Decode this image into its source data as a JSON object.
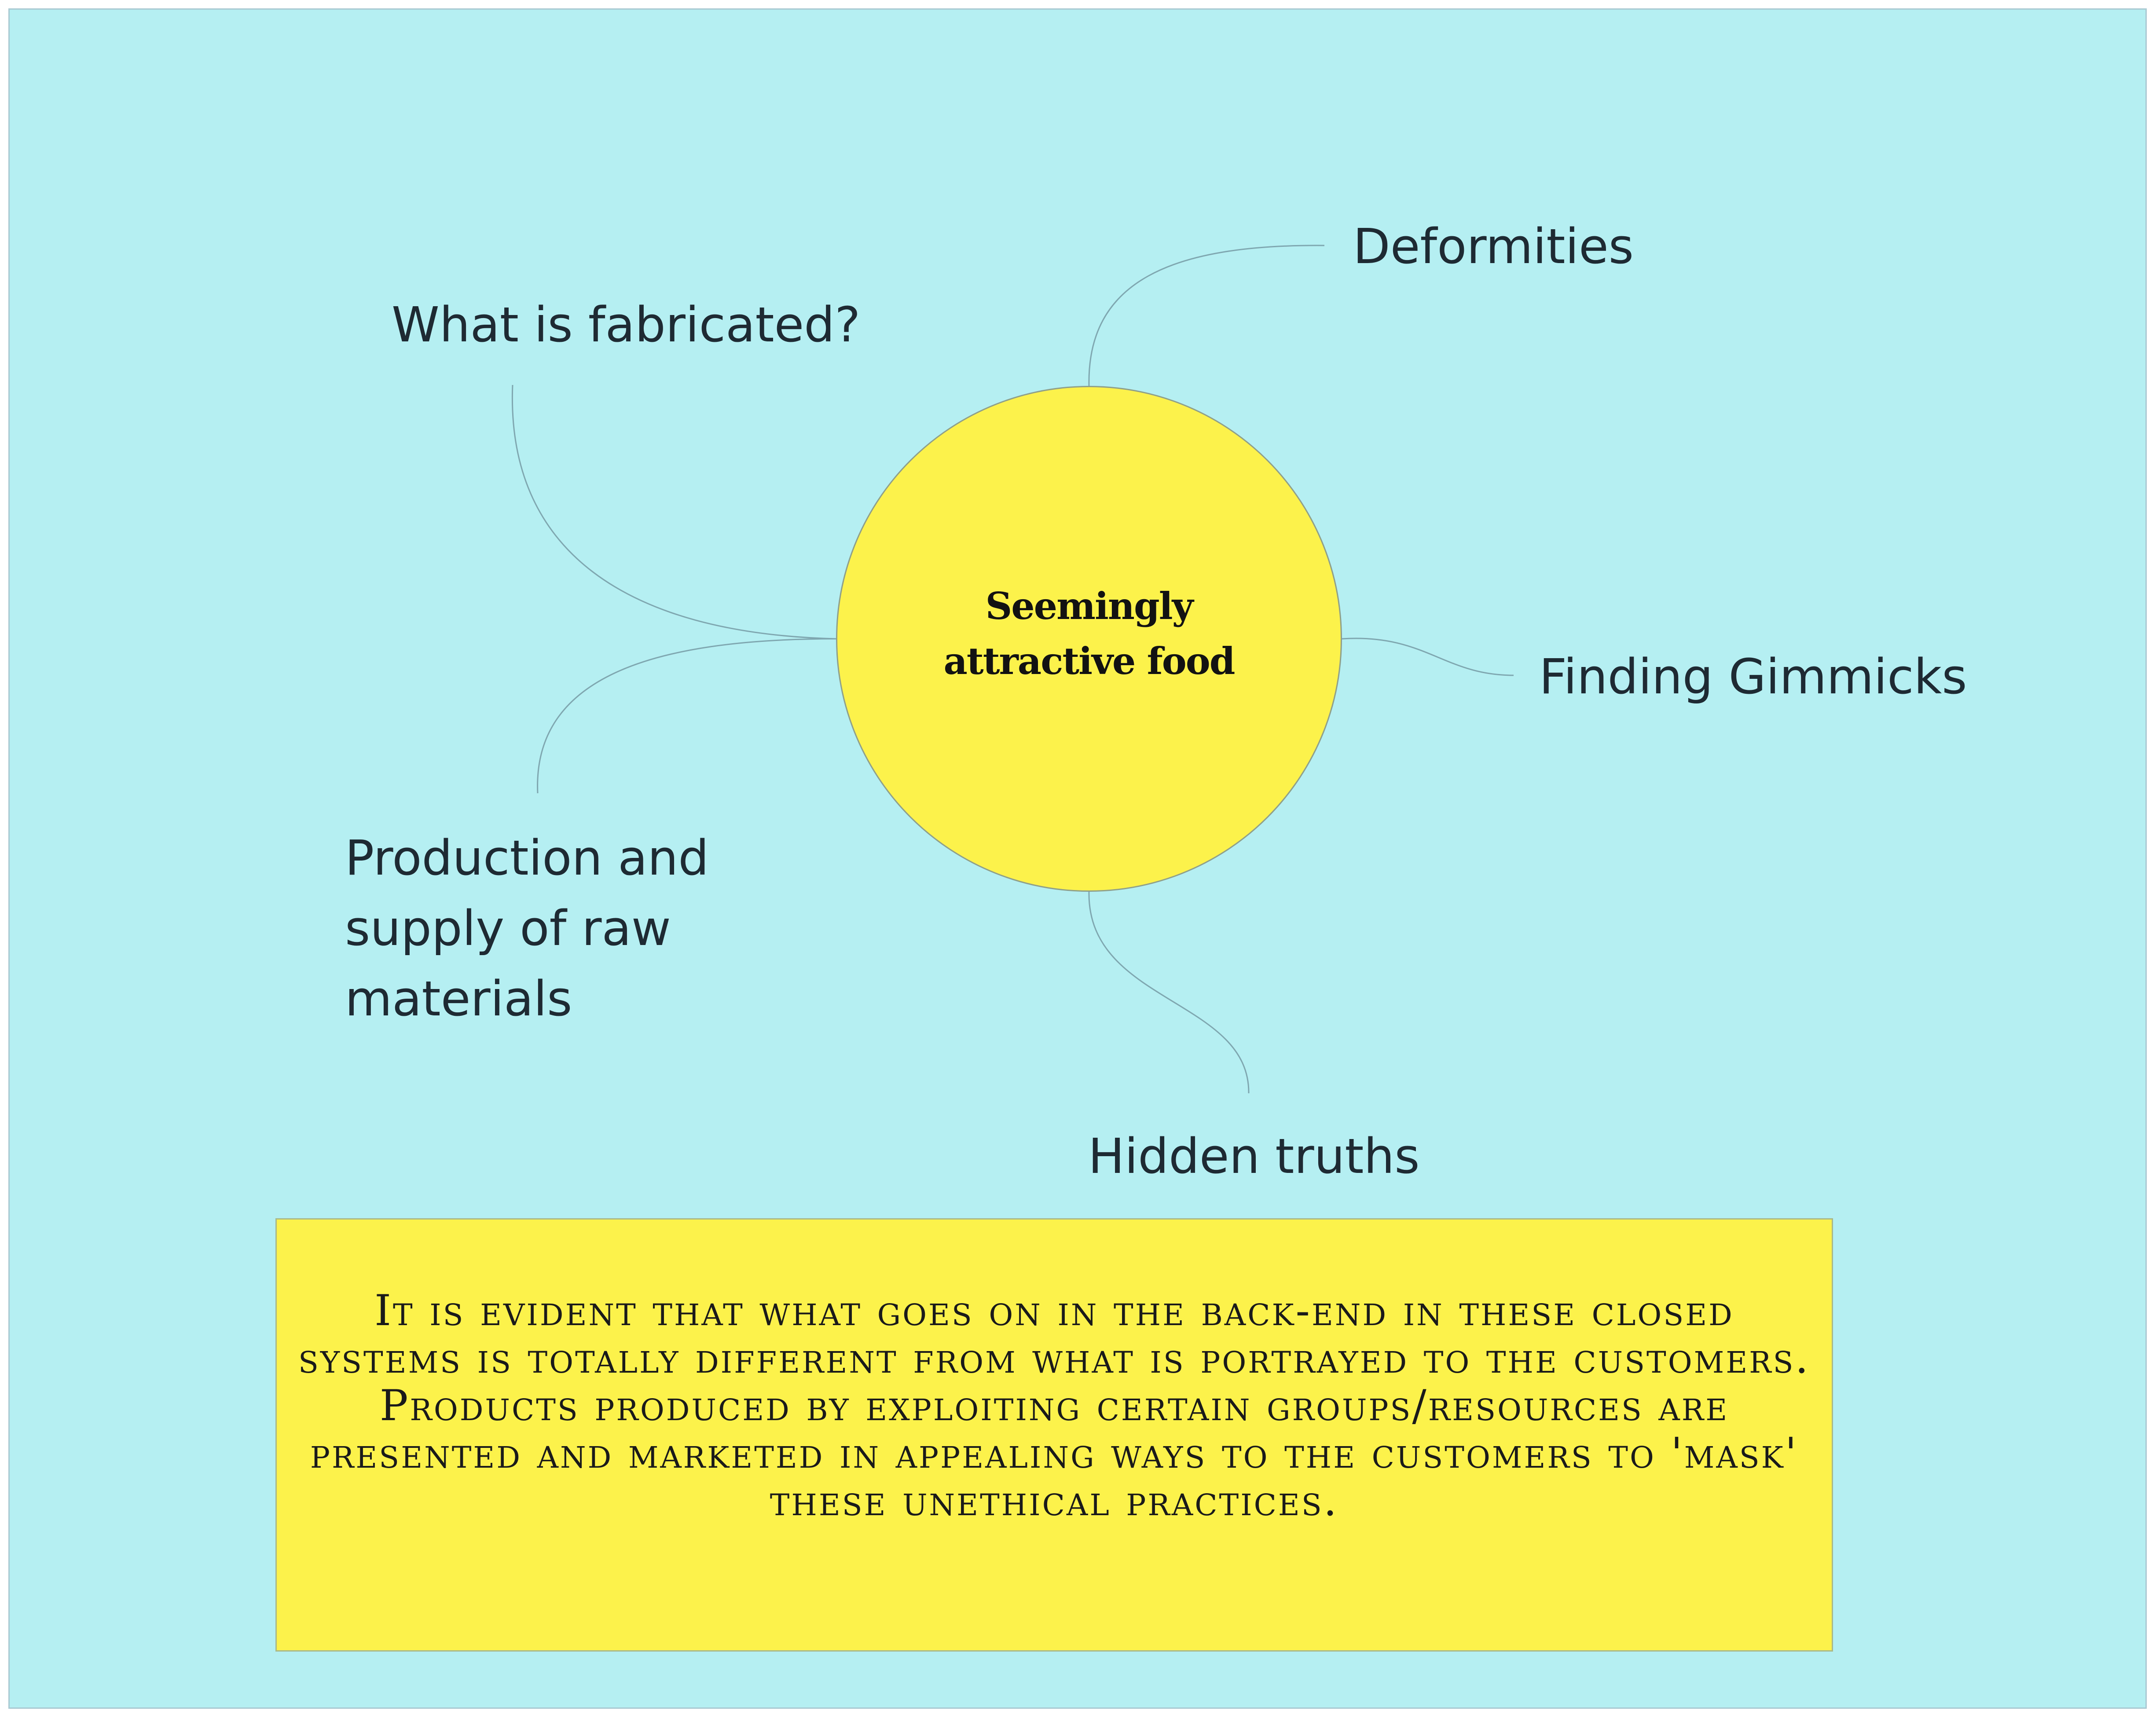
{
  "diagram": {
    "center_topic": "Seemingly attractive food",
    "branches": [
      {
        "id": "deformities",
        "label": "Deformities"
      },
      {
        "id": "fabricated",
        "label": "What is fabricated?"
      },
      {
        "id": "gimmicks",
        "label": "Finding Gimmicks"
      },
      {
        "id": "production",
        "label": "Production and supply of raw materials"
      },
      {
        "id": "hidden",
        "label": "Hidden truths"
      }
    ],
    "conclusion": {
      "paragraph_1": "It is evident that what goes on in the back-end in these closed systems is totally different from what is portrayed to the customers.",
      "paragraph_2": "Products produced by exploiting certain groups/resources are presented and marketed in appealing ways to the customers to 'mask' these unethical practices."
    },
    "colors": {
      "background": "#b5eff2",
      "highlight": "#fcf24b",
      "connector": "#7fa7b0",
      "text": "#1e2a33"
    }
  }
}
